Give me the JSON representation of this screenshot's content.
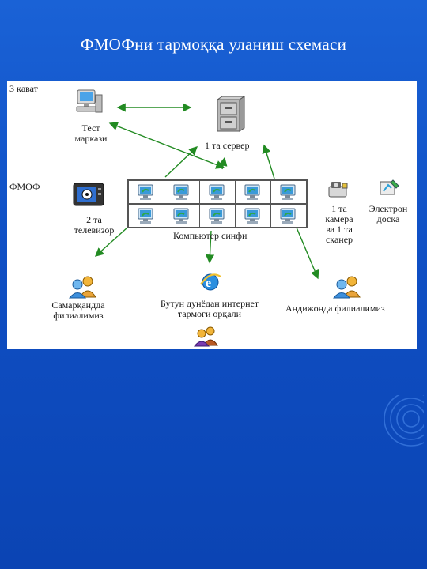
{
  "slide": {
    "title": "ФМОФни тармоққа уланиш схемаси"
  },
  "diagram": {
    "floor_label": "3 қават",
    "test_center": "Тест\nмаркази",
    "server": "1 та сервер",
    "fmof_label": "ФМОФ",
    "tv": "2 та\nтелевизор",
    "computer_class": "Компьютер синфи",
    "camera_scanner": "1 та\nкамера\nва 1 та\nсканер",
    "e_board": "Электрон\nдоска",
    "samarkand": "Самарқандда\nфилиалимиз",
    "internet": "Бутун дунёдан интернет\nтармоғи орқали",
    "andijan": "Андижонда филиалимиз",
    "colors": {
      "arrow": "#228b22",
      "background": "#1a62d6",
      "panel": "#ffffff"
    },
    "icons": [
      "computer-icon",
      "file-cabinet-server-icon",
      "tv-icon",
      "network-computer-icon",
      "camera-scanner-icon",
      "electronic-board-icon",
      "users-icon",
      "internet-explorer-icon"
    ]
  }
}
